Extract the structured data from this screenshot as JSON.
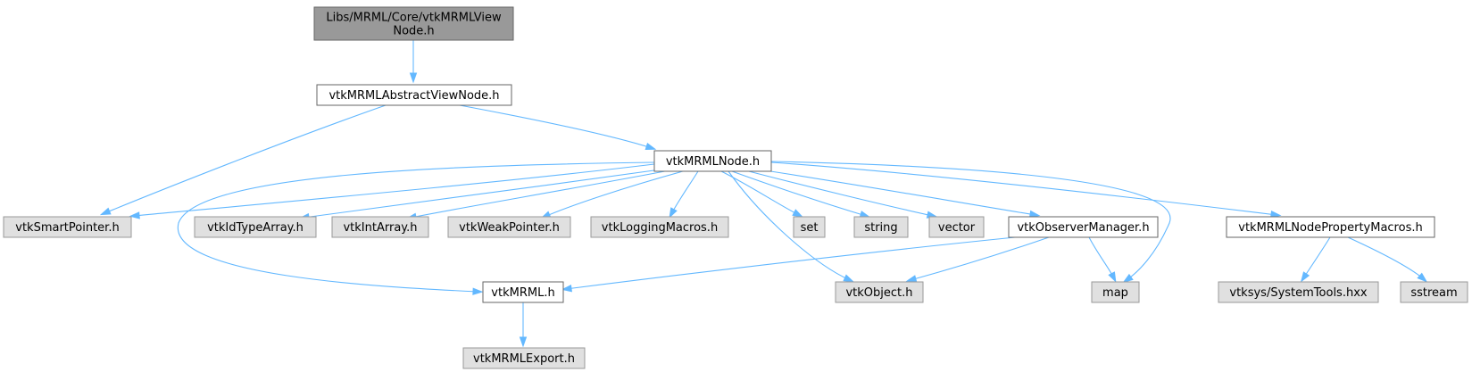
{
  "diagram": {
    "nodes": [
      {
        "id": "root",
        "label": [
          "Libs/MRML/Core/vtkMRMLView",
          "Node.h"
        ],
        "kind": "root"
      },
      {
        "id": "abstract",
        "label": [
          "vtkMRMLAbstractViewNode.h"
        ],
        "kind": "doc"
      },
      {
        "id": "node",
        "label": [
          "vtkMRMLNode.h"
        ],
        "kind": "doc"
      },
      {
        "id": "smartptr",
        "label": [
          "vtkSmartPointer.h"
        ],
        "kind": "ext"
      },
      {
        "id": "idtype",
        "label": [
          "vtkIdTypeArray.h"
        ],
        "kind": "ext"
      },
      {
        "id": "intarray",
        "label": [
          "vtkIntArray.h"
        ],
        "kind": "ext"
      },
      {
        "id": "weakptr",
        "label": [
          "vtkWeakPointer.h"
        ],
        "kind": "ext"
      },
      {
        "id": "logging",
        "label": [
          "vtkLoggingMacros.h"
        ],
        "kind": "ext"
      },
      {
        "id": "set",
        "label": [
          "set"
        ],
        "kind": "ext"
      },
      {
        "id": "string",
        "label": [
          "string"
        ],
        "kind": "ext"
      },
      {
        "id": "vector",
        "label": [
          "vector"
        ],
        "kind": "ext"
      },
      {
        "id": "observer",
        "label": [
          "vtkObserverManager.h"
        ],
        "kind": "doc"
      },
      {
        "id": "propmacros",
        "label": [
          "vtkMRMLNodePropertyMacros.h"
        ],
        "kind": "doc"
      },
      {
        "id": "mrml",
        "label": [
          "vtkMRML.h"
        ],
        "kind": "doc"
      },
      {
        "id": "object",
        "label": [
          "vtkObject.h"
        ],
        "kind": "ext"
      },
      {
        "id": "map",
        "label": [
          "map"
        ],
        "kind": "ext"
      },
      {
        "id": "systools",
        "label": [
          "vtksys/SystemTools.hxx"
        ],
        "kind": "ext"
      },
      {
        "id": "sstream",
        "label": [
          "sstream"
        ],
        "kind": "ext"
      },
      {
        "id": "export",
        "label": [
          "vtkMRMLExport.h"
        ],
        "kind": "ext"
      }
    ],
    "edges": [
      {
        "from": "root",
        "to": "abstract"
      },
      {
        "from": "abstract",
        "to": "smartptr"
      },
      {
        "from": "abstract",
        "to": "node"
      },
      {
        "from": "node",
        "to": "smartptr"
      },
      {
        "from": "node",
        "to": "idtype"
      },
      {
        "from": "node",
        "to": "intarray"
      },
      {
        "from": "node",
        "to": "weakptr"
      },
      {
        "from": "node",
        "to": "logging"
      },
      {
        "from": "node",
        "to": "set"
      },
      {
        "from": "node",
        "to": "string"
      },
      {
        "from": "node",
        "to": "vector"
      },
      {
        "from": "node",
        "to": "observer"
      },
      {
        "from": "node",
        "to": "propmacros"
      },
      {
        "from": "node",
        "to": "mrml"
      },
      {
        "from": "node",
        "to": "object"
      },
      {
        "from": "node",
        "to": "map"
      },
      {
        "from": "observer",
        "to": "mrml"
      },
      {
        "from": "observer",
        "to": "object"
      },
      {
        "from": "observer",
        "to": "map"
      },
      {
        "from": "propmacros",
        "to": "systools"
      },
      {
        "from": "propmacros",
        "to": "sstream"
      },
      {
        "from": "mrml",
        "to": "export"
      }
    ],
    "colors": {
      "edge": "#63b8ff",
      "root_fill": "#999999",
      "doc_fill": "#ffffff",
      "ext_fill": "#e0e0e0"
    }
  }
}
